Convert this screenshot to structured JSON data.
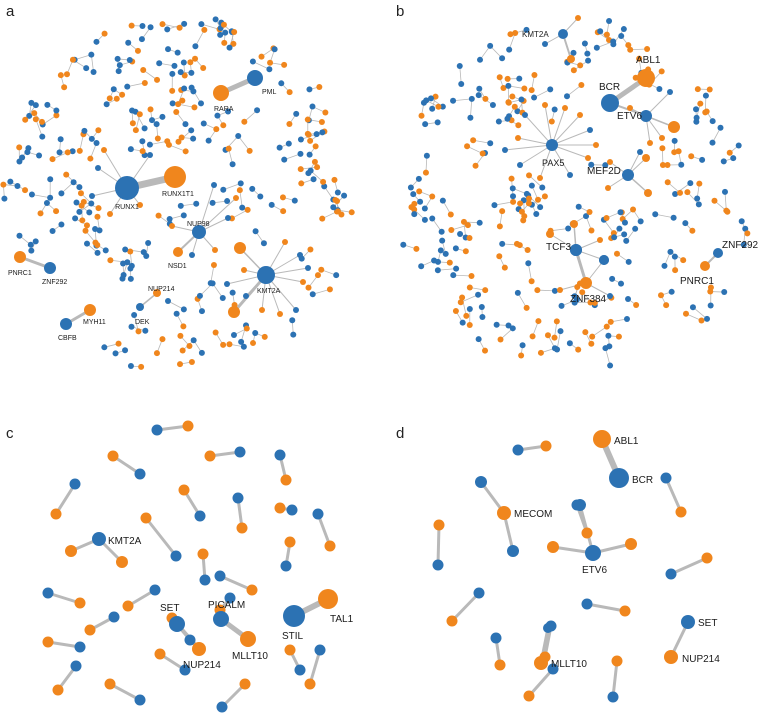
{
  "colors": {
    "blue": "#2c72b3",
    "orange": "#f0861d",
    "edge": "#b9b9b9"
  },
  "panels": [
    {
      "letter": "a",
      "labels": [
        "RARA",
        "PML",
        "RUNX1",
        "RUNX1T1",
        "NUP98",
        "NSD1",
        "PNRC1",
        "ZNF292",
        "NUP214",
        "DEK",
        "KMT2A",
        "MYH11",
        "CBFB"
      ],
      "hubs": [
        {
          "label": "RUNX1",
          "color": "blue",
          "neighbors": [],
          "partner": "RUNX1T1"
        },
        {
          "label": "NUP98",
          "color": "blue",
          "partner": "NSD1"
        },
        {
          "label": "KMT2A",
          "color": "blue",
          "partner": null
        }
      ]
    },
    {
      "letter": "b",
      "labels": [
        "KMT2A",
        "ABL1",
        "BCR",
        "ETV6",
        "PAX5",
        "MEF2D",
        "TCF3",
        "ZNF384",
        "ZNF292",
        "PNRC1"
      ]
    },
    {
      "letter": "c",
      "labels": [
        "KMT2A",
        "SET",
        "PICALM",
        "TAL1",
        "STIL",
        "NUP214",
        "MLLT10"
      ]
    },
    {
      "letter": "d",
      "labels": [
        "ABL1",
        "BCR",
        "MECOM",
        "ETV6",
        "SET",
        "NUP214",
        "MLLT10"
      ]
    }
  ]
}
